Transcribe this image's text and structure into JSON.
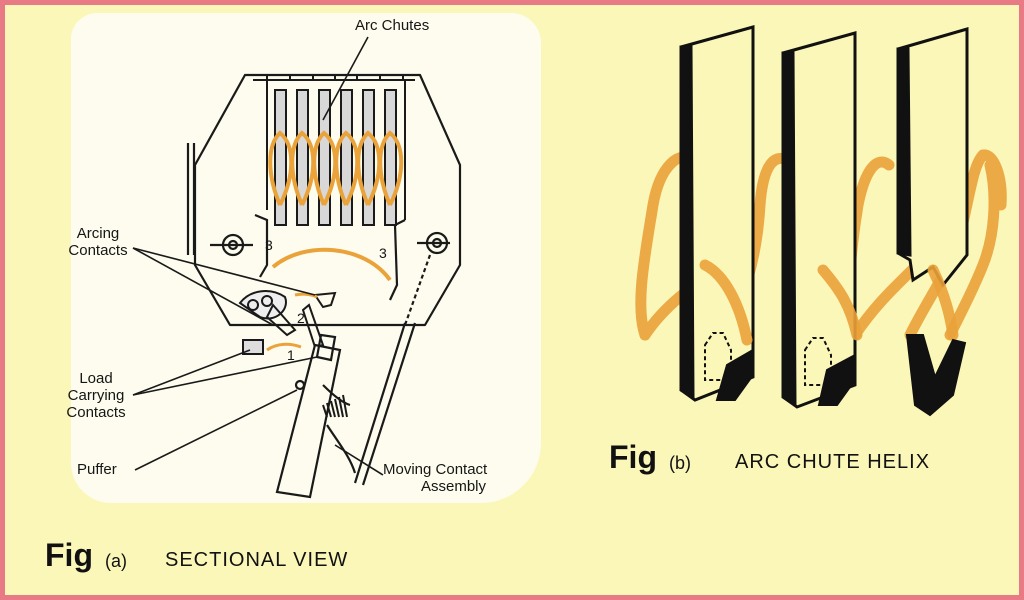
{
  "figure_a": {
    "labels": {
      "arc_chutes": "Arc Chutes",
      "arcing_contacts_line1": "Arcing",
      "arcing_contacts_line2": "Contacts",
      "load_line1": "Load",
      "load_line2": "Carrying",
      "load_line3": "Contacts",
      "puffer": "Puffer",
      "moving_line1": "Moving Contact",
      "moving_line2": "Assembly",
      "marker_1": "1",
      "marker_2": "2",
      "marker_3_left": "3",
      "marker_3_right": "3"
    },
    "caption": {
      "fig": "Fig",
      "letter": "(a)",
      "title": "SECTIONAL VIEW"
    }
  },
  "figure_b": {
    "caption": {
      "fig": "Fig",
      "letter": "(b)",
      "title": "ARC CHUTE HELIX"
    }
  },
  "colors": {
    "background": "#fbf7b8",
    "border": "#e87a86",
    "arc": "#eaa23a",
    "line": "#1a1a1a"
  }
}
